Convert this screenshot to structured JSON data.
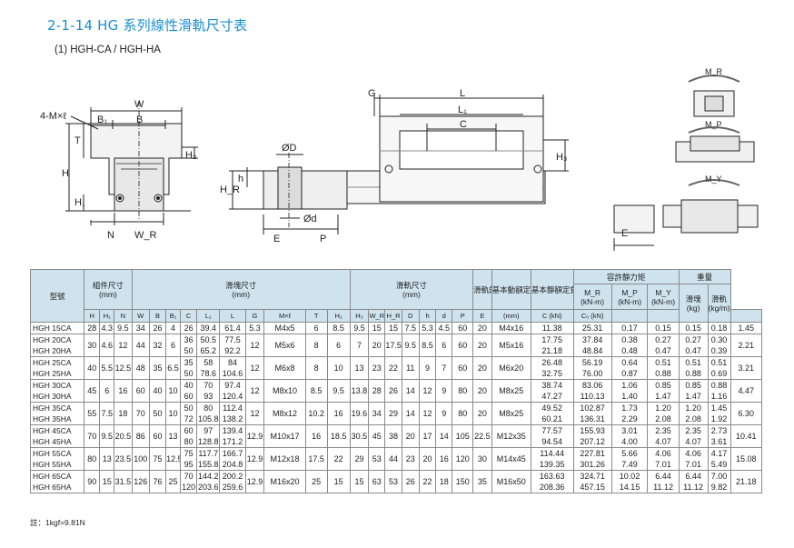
{
  "title": "2-1-14 HG 系列線性滑軌尺寸表",
  "subtitle": "(1) HGH-CA / HGH-HA",
  "drawings": {
    "front_labels": {
      "W": "W",
      "B1": "B₁",
      "B": "B",
      "M": "4-M×ℓ",
      "T": "T",
      "H": "H",
      "H1": "H₁",
      "H2": "H₂",
      "N": "N",
      "WR": "W_R"
    },
    "side_labels": {
      "G": "G",
      "L": "L",
      "L1": "L₁",
      "C": "C",
      "H3": "H₃",
      "D": "ØD",
      "h": "h",
      "HR": "H_R",
      "d": "Ød",
      "E": "E",
      "P": "P"
    },
    "moment_labels": {
      "MR": "M_R",
      "MP": "M_P",
      "MY": "M_Y"
    },
    "rail_end_label": "E"
  },
  "table": {
    "group_headers": {
      "model": "型號",
      "assembly": "組件尺寸",
      "assembly_unit": "(mm)",
      "block": "滑塊尺寸",
      "block_unit": "(mm)",
      "rail": "滑軌尺寸",
      "rail_unit": "(mm)",
      "bolt": "滑軌的固定螺栓尺寸",
      "bolt_unit": "(mm)",
      "dyn": "基本動額定負荷",
      "dyn_unit": "C (kN)",
      "stat": "基本靜額定負荷",
      "stat_unit": "C₀ (kN)",
      "moment": "容許靜力矩",
      "mr": "M_R",
      "mp": "M_P",
      "my": "M_Y",
      "moment_unit": "(kN-m)",
      "weight": "重量",
      "block_w": "滑塊",
      "block_w_unit": "(kg)",
      "rail_w": "滑軌",
      "rail_w_unit": "(kg/m)"
    },
    "sub_headers": [
      "H",
      "H₁",
      "N",
      "W",
      "B",
      "B₁",
      "C",
      "L₁",
      "L",
      "G",
      "M×ℓ",
      "T",
      "H₂",
      "H₃",
      "W_R",
      "H_R",
      "D",
      "h",
      "d",
      "P",
      "E"
    ],
    "rows": [
      {
        "models": [
          "HGH 15CA"
        ],
        "H": "28",
        "H1": "4.3",
        "N": "9.5",
        "W": "34",
        "B": "26",
        "B1": "4",
        "C": [
          "26"
        ],
        "L1": [
          "39.4"
        ],
        "L": [
          "61.4"
        ],
        "G": "5.3",
        "M": "M4x5",
        "T": "6",
        "H2": "8.5",
        "H3": "9.5",
        "WR": "15",
        "HR": "15",
        "D": "7.5",
        "h": "5.3",
        "d": "4.5",
        "P": "60",
        "E": "20",
        "bolt": "M4x16",
        "dyn": [
          "11.38"
        ],
        "stat": [
          "25.31"
        ],
        "MR": [
          "0.17"
        ],
        "MP": [
          "0.15"
        ],
        "MY": [
          "0.15"
        ],
        "bw": [
          "0.18"
        ],
        "rw": "1.45"
      },
      {
        "models": [
          "HGH 20CA",
          "HGH 20HA"
        ],
        "H": "30",
        "H1": "4.6",
        "N": "12",
        "W": "44",
        "B": "32",
        "B1": "6",
        "C": [
          "36",
          "50"
        ],
        "L1": [
          "50.5",
          "65.2"
        ],
        "L": [
          "77.5",
          "92.2"
        ],
        "G": "12",
        "M": "M5x6",
        "T": "8",
        "H2": "6",
        "H3": "7",
        "WR": "20",
        "HR": "17.5",
        "D": "9.5",
        "h": "8.5",
        "d": "6",
        "P": "60",
        "E": "20",
        "bolt": "M5x16",
        "dyn": [
          "17.75",
          "21.18"
        ],
        "stat": [
          "37.84",
          "48.84"
        ],
        "MR": [
          "0.38",
          "0.48"
        ],
        "MP": [
          "0.27",
          "0.47"
        ],
        "MY": [
          "0.27",
          "0.47"
        ],
        "bw": [
          "0.30",
          "0.39"
        ],
        "rw": "2.21"
      },
      {
        "models": [
          "HGH 25CA",
          "HGH 25HA"
        ],
        "H": "40",
        "H1": "5.5",
        "N": "12.5",
        "W": "48",
        "B": "35",
        "B1": "6.5",
        "C": [
          "35",
          "50"
        ],
        "L1": [
          "58",
          "78.6"
        ],
        "L": [
          "84",
          "104.6"
        ],
        "G": "12",
        "M": "M6x8",
        "T": "8",
        "H2": "10",
        "H3": "13",
        "WR": "23",
        "HR": "22",
        "D": "11",
        "h": "9",
        "d": "7",
        "P": "60",
        "E": "20",
        "bolt": "M6x20",
        "dyn": [
          "26.48",
          "32.75"
        ],
        "stat": [
          "56.19",
          "76.00"
        ],
        "MR": [
          "0.64",
          "0.87"
        ],
        "MP": [
          "0.51",
          "0.88"
        ],
        "MY": [
          "0.51",
          "0.88"
        ],
        "bw": [
          "0.51",
          "0.69"
        ],
        "rw": "3.21"
      },
      {
        "models": [
          "HGH 30CA",
          "HGH 30HA"
        ],
        "H": "45",
        "H1": "6",
        "N": "16",
        "W": "60",
        "B": "40",
        "B1": "10",
        "C": [
          "40",
          "60"
        ],
        "L1": [
          "70",
          "93"
        ],
        "L": [
          "97.4",
          "120.4"
        ],
        "G": "12",
        "M": "M8x10",
        "T": "8.5",
        "H2": "9.5",
        "H3": "13.8",
        "WR": "28",
        "HR": "26",
        "D": "14",
        "h": "12",
        "d": "9",
        "P": "80",
        "E": "20",
        "bolt": "M8x25",
        "dyn": [
          "38.74",
          "47.27"
        ],
        "stat": [
          "83.06",
          "110.13"
        ],
        "MR": [
          "1.06",
          "1.40"
        ],
        "MP": [
          "0.85",
          "1.47"
        ],
        "MY": [
          "0.85",
          "1.47"
        ],
        "bw": [
          "0.88",
          "1.16"
        ],
        "rw": "4.47"
      },
      {
        "models": [
          "HGH 35CA",
          "HGH 35HA"
        ],
        "H": "55",
        "H1": "7.5",
        "N": "18",
        "W": "70",
        "B": "50",
        "B1": "10",
        "C": [
          "50",
          "72"
        ],
        "L1": [
          "80",
          "105.8"
        ],
        "L": [
          "112.4",
          "138.2"
        ],
        "G": "12",
        "M": "M8x12",
        "T": "10.2",
        "H2": "16",
        "H3": "19.6",
        "WR": "34",
        "HR": "29",
        "D": "14",
        "h": "12",
        "d": "9",
        "P": "80",
        "E": "20",
        "bolt": "M8x25",
        "dyn": [
          "49.52",
          "60.21"
        ],
        "stat": [
          "102.87",
          "136.31"
        ],
        "MR": [
          "1.73",
          "2.29"
        ],
        "MP": [
          "1.20",
          "2.08"
        ],
        "MY": [
          "1.20",
          "2.08"
        ],
        "bw": [
          "1.45",
          "1.92"
        ],
        "rw": "6.30"
      },
      {
        "models": [
          "HGH 45CA",
          "HGH 45HA"
        ],
        "H": "70",
        "H1": "9.5",
        "N": "20.5",
        "W": "86",
        "B": "60",
        "B1": "13",
        "C": [
          "60",
          "80"
        ],
        "L1": [
          "97",
          "128.8"
        ],
        "L": [
          "139.4",
          "171.2"
        ],
        "G": "12.9",
        "M": "M10x17",
        "T": "16",
        "H2": "18.5",
        "H3": "30.5",
        "WR": "45",
        "HR": "38",
        "D": "20",
        "h": "17",
        "d": "14",
        "P": "105",
        "E": "22.5",
        "bolt": "M12x35",
        "dyn": [
          "77.57",
          "94.54"
        ],
        "stat": [
          "155.93",
          "207.12"
        ],
        "MR": [
          "3.01",
          "4.00"
        ],
        "MP": [
          "2.35",
          "4.07"
        ],
        "MY": [
          "2.35",
          "4.07"
        ],
        "bw": [
          "2.73",
          "3.61"
        ],
        "rw": "10.41"
      },
      {
        "models": [
          "HGH 55CA",
          "HGH 55HA"
        ],
        "H": "80",
        "H1": "13",
        "N": "23.5",
        "W": "100",
        "B": "75",
        "B1": "12.5",
        "C": [
          "75",
          "95"
        ],
        "L1": [
          "117.7",
          "155.8"
        ],
        "L": [
          "166.7",
          "204.8"
        ],
        "G": "12.9",
        "M": "M12x18",
        "T": "17.5",
        "H2": "22",
        "H3": "29",
        "WR": "53",
        "HR": "44",
        "D": "23",
        "h": "20",
        "d": "16",
        "P": "120",
        "E": "30",
        "bolt": "M14x45",
        "dyn": [
          "114.44",
          "139.35"
        ],
        "stat": [
          "227.81",
          "301.26"
        ],
        "MR": [
          "5.66",
          "7.49"
        ],
        "MP": [
          "4.06",
          "7.01"
        ],
        "MY": [
          "4.06",
          "7.01"
        ],
        "bw": [
          "4.17",
          "5.49"
        ],
        "rw": "15.08"
      },
      {
        "models": [
          "HGH 65CA",
          "HGH 65HA"
        ],
        "H": "90",
        "H1": "15",
        "N": "31.5",
        "W": "126",
        "B": "76",
        "B1": "25",
        "C": [
          "70",
          "120"
        ],
        "L1": [
          "144.2",
          "203.6"
        ],
        "L": [
          "200.2",
          "259.6"
        ],
        "G": "12.9",
        "M": "M16x20",
        "T": "25",
        "H2": "15",
        "H3": "15",
        "WR": "63",
        "HR": "53",
        "D": "26",
        "h": "22",
        "d": "18",
        "P": "150",
        "E": "35",
        "bolt": "M16x50",
        "dyn": [
          "163.63",
          "208.36"
        ],
        "stat": [
          "324.71",
          "457.15"
        ],
        "MR": [
          "10.02",
          "14.15"
        ],
        "MP": [
          "6.44",
          "11.12"
        ],
        "MY": [
          "6.44",
          "11.12"
        ],
        "bw": [
          "7.00",
          "9.82"
        ],
        "rw": "21.18"
      }
    ]
  },
  "note": "註：1kgf=9.81N"
}
